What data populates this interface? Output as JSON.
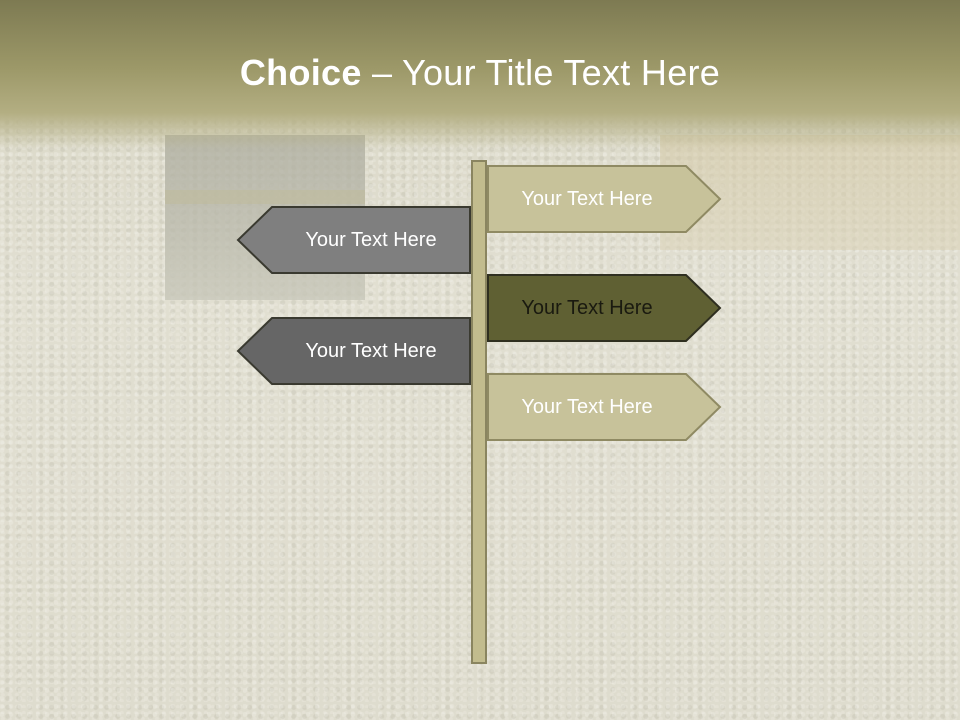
{
  "slide": {
    "title_bold": "Choice",
    "title_rest": " – Your Title Text Here"
  },
  "signs": [
    {
      "label": "Your Text Here",
      "direction": "right",
      "fill": "#c7c29a",
      "text_color": "#ffffff"
    },
    {
      "label": "Your Text Here",
      "direction": "left",
      "fill": "#7f7f7f",
      "text_color": "#ffffff"
    },
    {
      "label": "Your Text Here",
      "direction": "right",
      "fill": "#5f6033",
      "text_color": "#1a1a10"
    },
    {
      "label": "Your Text Here",
      "direction": "left",
      "fill": "#666666",
      "text_color": "#ffffff"
    },
    {
      "label": "Your Text Here",
      "direction": "right",
      "fill": "#c7c29a",
      "text_color": "#ffffff"
    }
  ],
  "colors": {
    "title_band": "#9c9868",
    "pole": "#c2bc8e",
    "outline": "#3a3a30"
  }
}
